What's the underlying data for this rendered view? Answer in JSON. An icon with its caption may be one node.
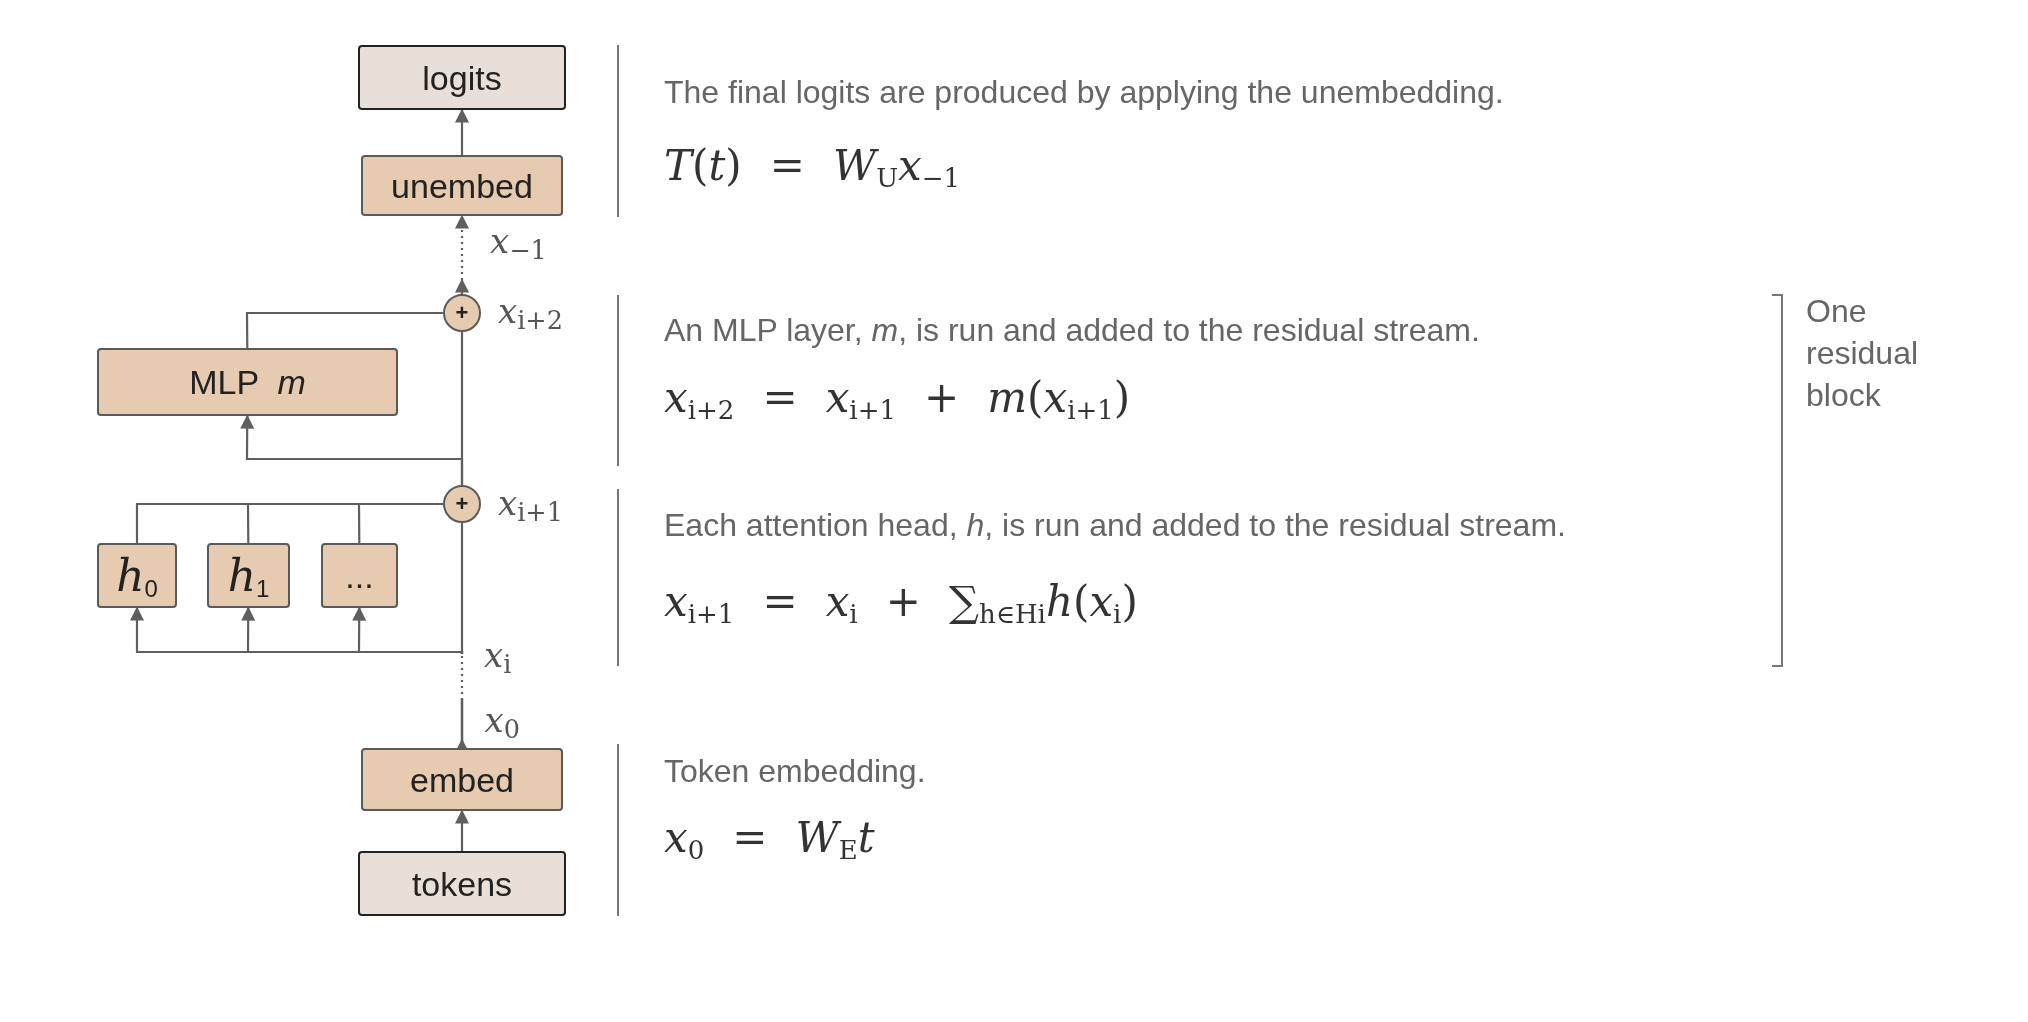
{
  "diagram": {
    "nodes": [
      {
        "text": [
          "logits"
        ]
      },
      {
        "text": [
          "unembed"
        ]
      },
      {
        "text": [
          "+"
        ],
        "beside": [
          "*x*$_{i+2}$"
        ]
      },
      {
        "text": [
          "MLP  *m*"
        ]
      },
      {
        "text": [
          "+"
        ],
        "beside": [
          "*x*$_{i+1}$"
        ]
      },
      {
        "text": [
          "*h*$_{0}$"
        ]
      },
      {
        "text": [
          "*h*$_{1}$"
        ]
      },
      {
        "text": [
          "..."
        ]
      },
      {
        "text": [
          "embed"
        ]
      },
      {
        "text": [
          "tokens"
        ]
      },
      {
        "text": [
          "*x*$_{0}$"
        ]
      }
    ],
    "edges": [
      {
        "from": 1,
        "to": 0,
        "arrow": "to"
      },
      {
        "from": 2,
        "to": 1,
        "arrow": "to",
        "style": "dashed"
      },
      {
        "from": 4,
        "to": 2,
        "arrow": "none"
      },
      {
        "from": 4,
        "to": 3,
        "arrow": "to"
      },
      {
        "from": 3,
        "to": 2,
        "arrow": "none"
      },
      {
        "from": 5,
        "to": 4,
        "arrow": "none"
      },
      {
        "from": 6,
        "to": 4,
        "arrow": "none"
      },
      {
        "from": 7,
        "to": 4,
        "arrow": "none"
      },
      {
        "from": 8,
        "to": 5,
        "arrow": "to"
      },
      {
        "from": 8,
        "to": 6,
        "arrow": "to"
      },
      {
        "from": 8,
        "to": 7,
        "arrow": "to"
      },
      {
        "from": 8,
        "to": 10,
        "arrow": "to"
      },
      {
        "from": 9,
        "to": 8,
        "arrow": "to"
      },
      {
        "from": 10,
        "to": 4,
        "arrow": "none",
        "style": "dashed"
      }
    ],
    "labels": [
      "The final logits are produced by applying the unembedding.",
      "*T*(*t*) = *W*$_{U}$*x*$_{−1}$",
      "*x*$_{−1}$",
      "An MLP layer, *m*, is run and added to the residual stream.",
      "*x*$_{i+2}$ = *x*$_{i+1}$ + *m*(*x*$_{i+1}$)",
      "One residual block",
      "Each attention head, *h*, is run and added to the residual stream.",
      "*x*$_{i+1}$ = *x*$_{i}$ + ∑$_{h∈H}$$_{i}$*h*(*x*$_{i}$)",
      "*x*$_{i}$",
      "Token embedding.",
      "*x*$_{0}$ = *W*$_{E}$*t*"
    ]
  }
}
